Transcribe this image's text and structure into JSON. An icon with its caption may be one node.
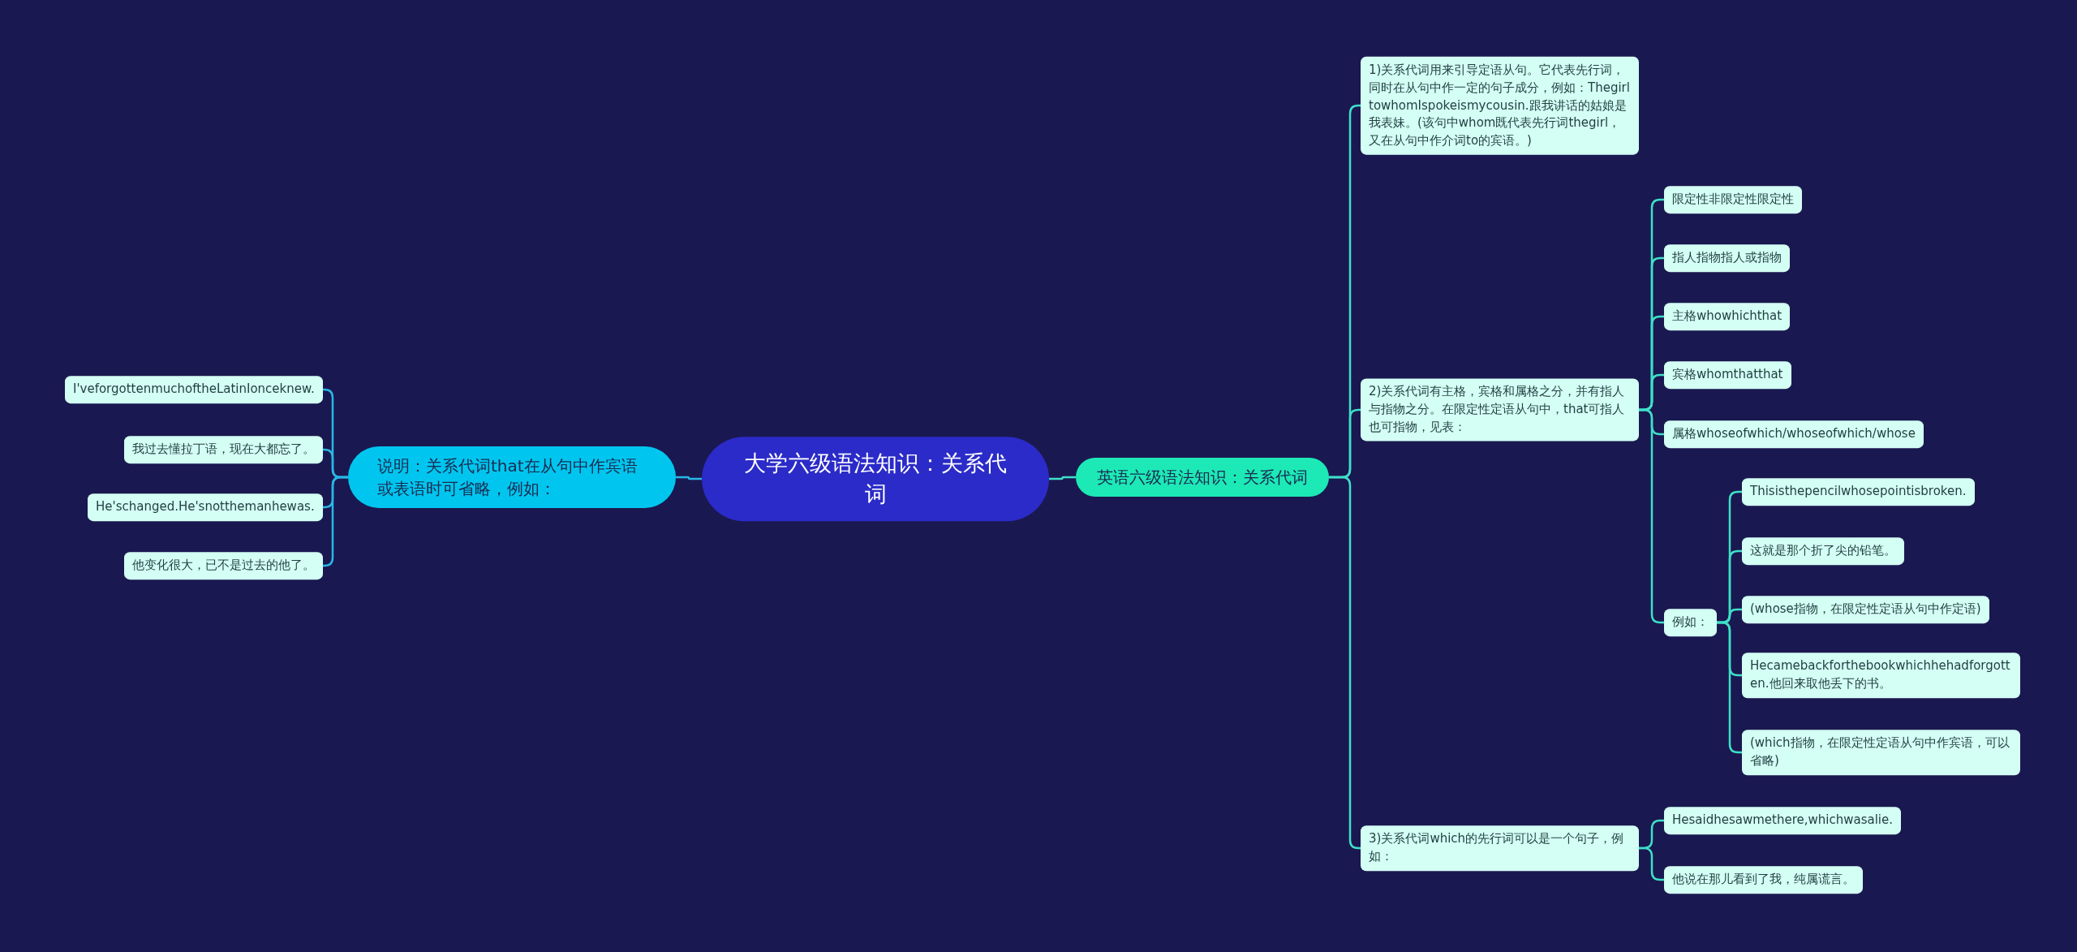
{
  "diagram": {
    "nodes": [
      {
        "text": [
          "大学六级语法知识：关系代词"
        ]
      },
      {
        "text": [
          "说明：关系代词that在从句中作宾语或表语时可省略，例如："
        ]
      },
      {
        "text": [
          "I'veforgottenmuchoftheLatinIonceknew."
        ]
      },
      {
        "text": [
          "我过去懂拉丁语，现在大都忘了。"
        ]
      },
      {
        "text": [
          "He'schanged.He'snotthemanhewas."
        ]
      },
      {
        "text": [
          "他变化很大，已不是过去的他了。"
        ]
      },
      {
        "text": [
          "英语六级语法知识：关系代词"
        ]
      },
      {
        "text": [
          "1)关系代词用来引导定语从句。它代表先行词，同时在从句中作一定的句子成分，例如：ThegirltowhomIspokeismycousin.跟我讲话的姑娘是我表妹。(该句中whom既代表先行词thegirl，又在从句中作介词to的宾语。)"
        ]
      },
      {
        "text": [
          "2)关系代词有主格，宾格和属格之分，并有指人与指物之分。在限定性定语从句中，that可指人也可指物，见表："
        ]
      },
      {
        "text": [
          "限定性非限定性限定性"
        ]
      },
      {
        "text": [
          "指人指物指人或指物"
        ]
      },
      {
        "text": [
          "主格whowhichthat"
        ]
      },
      {
        "text": [
          "宾格whomthatthat"
        ]
      },
      {
        "text": [
          "属格whoseofwhich/whoseofwhich/whose"
        ]
      },
      {
        "text": [
          "例如："
        ]
      },
      {
        "text": [
          "Thisisthepencilwhosepointisbroken."
        ]
      },
      {
        "text": [
          "这就是那个折了尖的铅笔。"
        ]
      },
      {
        "text": [
          "(whose指物，在限定性定语从句中作定语)"
        ]
      },
      {
        "text": [
          "Hecamebackforthebookwhichhehadforgotten.他回来取他丢下的书。"
        ]
      },
      {
        "text": [
          "(which指物，在限定性定语从句中作宾语，可以省略)"
        ]
      },
      {
        "text": [
          "3)关系代词which的先行词可以是一个句子，例如："
        ]
      },
      {
        "text": [
          "Hesaidhesawmethere,whichwasalie."
        ]
      },
      {
        "text": [
          "他说在那儿看到了我，纯属谎言。"
        ]
      }
    ],
    "edges": [
      {
        "from": 1,
        "to": 0,
        "arrow": "none",
        "color": "#29b6e6"
      },
      {
        "from": 2,
        "to": 1,
        "arrow": "none",
        "color": "#29b6e6"
      },
      {
        "from": 3,
        "to": 1,
        "arrow": "none",
        "color": "#29b6e6"
      },
      {
        "from": 4,
        "to": 1,
        "arrow": "none",
        "color": "#29b6e6"
      },
      {
        "from": 5,
        "to": 1,
        "arrow": "none",
        "color": "#29b6e6"
      },
      {
        "from": 0,
        "to": 6,
        "arrow": "none"
      },
      {
        "from": 6,
        "to": 7,
        "arrow": "none"
      },
      {
        "from": 6,
        "to": 8,
        "arrow": "none"
      },
      {
        "from": 6,
        "to": 20,
        "arrow": "none"
      },
      {
        "from": 8,
        "to": 9,
        "arrow": "none"
      },
      {
        "from": 8,
        "to": 10,
        "arrow": "none"
      },
      {
        "from": 8,
        "to": 11,
        "arrow": "none"
      },
      {
        "from": 8,
        "to": 12,
        "arrow": "none"
      },
      {
        "from": 8,
        "to": 13,
        "arrow": "none"
      },
      {
        "from": 8,
        "to": 14,
        "arrow": "none"
      },
      {
        "from": 14,
        "to": 15,
        "arrow": "none"
      },
      {
        "from": 14,
        "to": 16,
        "arrow": "none"
      },
      {
        "from": 14,
        "to": 17,
        "arrow": "none"
      },
      {
        "from": 14,
        "to": 18,
        "arrow": "none"
      },
      {
        "from": 14,
        "to": 19,
        "arrow": "none"
      },
      {
        "from": 20,
        "to": 21,
        "arrow": "none"
      },
      {
        "from": 20,
        "to": 22,
        "arrow": "none"
      }
    ]
  }
}
